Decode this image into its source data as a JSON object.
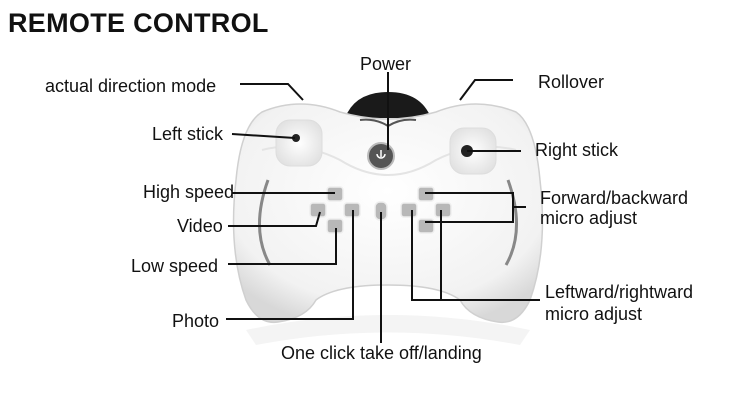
{
  "title": "REMOTE CONTROL",
  "labels": {
    "power": "Power",
    "direction_mode": "actual direction mode",
    "rollover": "Rollover",
    "left_stick": "Left stick",
    "right_stick": "Right stick",
    "high_speed": "High speed",
    "video": "Video",
    "low_speed": "Low speed",
    "photo": "Photo",
    "fwd_bwd_1": "Forward/backward",
    "fwd_bwd_2": "micro adjust",
    "lr_1": "Leftward/rightward",
    "lr_2": "micro adjust",
    "takeoff": "One click take off/landing"
  }
}
